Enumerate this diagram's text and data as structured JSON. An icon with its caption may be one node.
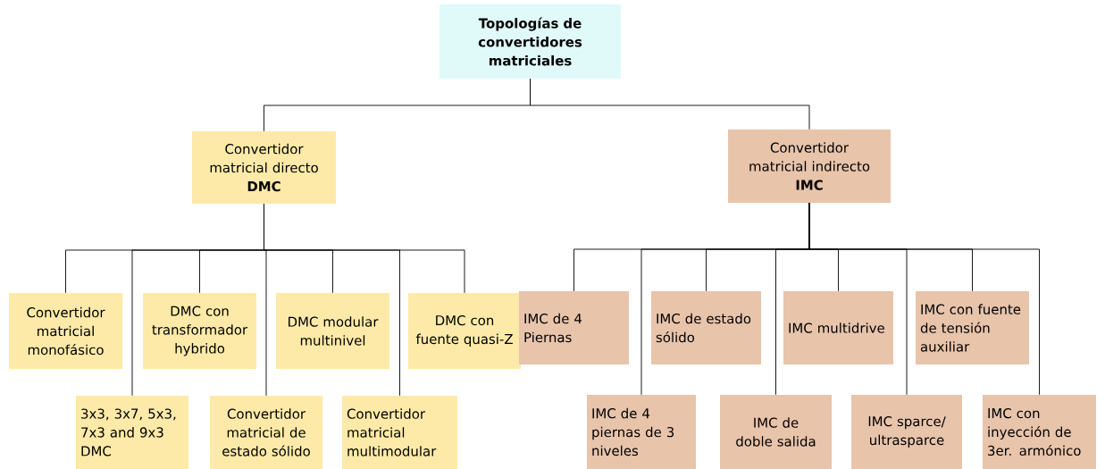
{
  "diagram": {
    "nodes": [
      {
        "text": [
          "Topologías de convertidores matriciales"
        ]
      },
      {
        "text": [
          "Convertidor matricial directo",
          "DMC"
        ]
      },
      {
        "text": [
          "Convertidor matricial indirecto",
          "IMC"
        ]
      },
      {
        "text": [
          "Convertidor matricial monofásico"
        ]
      },
      {
        "text": [
          "3x3, 3x7, 5x3, 7x3 and 9x3 DMC"
        ]
      },
      {
        "text": [
          "DMC con transformador hybrido"
        ]
      },
      {
        "text": [
          "Convertidor matricial de estado sólido"
        ]
      },
      {
        "text": [
          "DMC modular multinivel"
        ]
      },
      {
        "text": [
          "Convertidor matricial multimodular"
        ]
      },
      {
        "text": [
          "DMC con fuente quasi-Z"
        ]
      },
      {
        "text": [
          "IMC de 4 Piernas"
        ]
      },
      {
        "text": [
          "IMC de 4 piernas de 3 niveles"
        ]
      },
      {
        "text": [
          "IMC de estado sólido"
        ]
      },
      {
        "text": [
          "IMC de doble salida"
        ]
      },
      {
        "text": [
          "IMC multidrive"
        ]
      },
      {
        "text": [
          "IMC sparce/ ultrasparce"
        ]
      },
      {
        "text": [
          "IMC con fuente de tensión auxiliar"
        ]
      },
      {
        "text": [
          "IMC con inyección de 3er. armónico"
        ]
      }
    ],
    "edges": [
      {
        "from": 0,
        "to": 1,
        "arrow": "none"
      },
      {
        "from": 0,
        "to": 2,
        "arrow": "none"
      },
      {
        "from": 1,
        "to": 3,
        "arrow": "none"
      },
      {
        "from": 1,
        "to": 4,
        "arrow": "none"
      },
      {
        "from": 1,
        "to": 5,
        "arrow": "none"
      },
      {
        "from": 1,
        "to": 6,
        "arrow": "none"
      },
      {
        "from": 1,
        "to": 7,
        "arrow": "none"
      },
      {
        "from": 1,
        "to": 8,
        "arrow": "none"
      },
      {
        "from": 1,
        "to": 9,
        "arrow": "none"
      },
      {
        "from": 2,
        "to": 10,
        "arrow": "none"
      },
      {
        "from": 2,
        "to": 11,
        "arrow": "none"
      },
      {
        "from": 2,
        "to": 12,
        "arrow": "none"
      },
      {
        "from": 2,
        "to": 13,
        "arrow": "none"
      },
      {
        "from": 2,
        "to": 14,
        "arrow": "none"
      },
      {
        "from": 2,
        "to": 15,
        "arrow": "none"
      },
      {
        "from": 2,
        "to": 16,
        "arrow": "none"
      },
      {
        "from": 2,
        "to": 17,
        "arrow": "none"
      }
    ]
  }
}
